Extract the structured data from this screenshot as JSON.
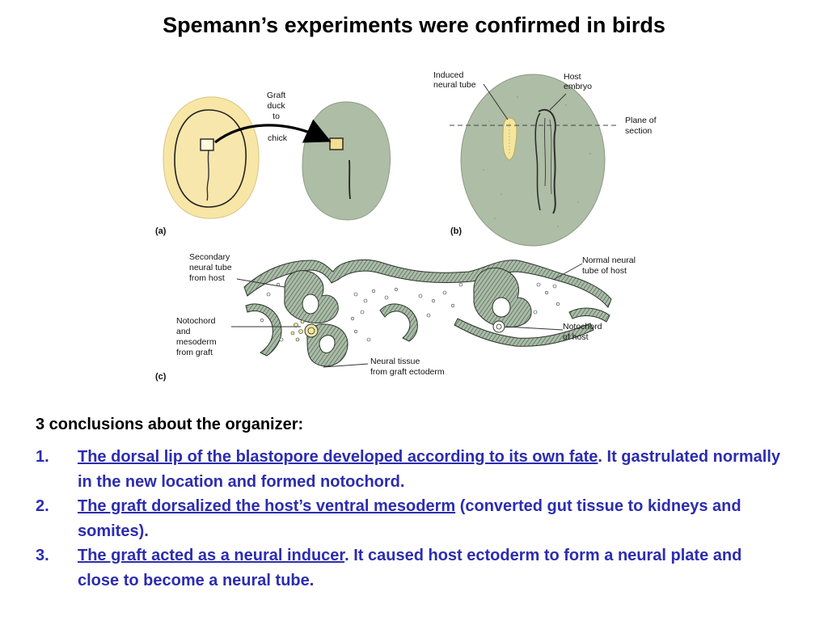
{
  "title": "Spemann’s experiments were confirmed in birds",
  "colors": {
    "text_blue": "#2c2cb0",
    "duck_yellow": "#f8e6a6",
    "chick_green": "#aebda5",
    "gray_tissue": "#9db19b"
  },
  "figure": {
    "panel_a": {
      "letter": "(a)",
      "graft_label": [
        "Graft",
        "duck",
        "to",
        "chick"
      ]
    },
    "panel_b": {
      "letter": "(b)",
      "induced_label": [
        "Induced",
        "neural tube"
      ],
      "host_label": [
        "Host",
        "embryo"
      ],
      "plane_label": [
        "Plane of",
        "section"
      ]
    },
    "panel_c": {
      "letter": "(c)",
      "secondary_label": [
        "Secondary",
        "neural tube",
        "from host"
      ],
      "normal_label": [
        "Normal neural",
        "tube of host"
      ],
      "notochord_graft_label": [
        "Notochord",
        "and",
        "mesoderm",
        "from graft"
      ],
      "notochord_host_label": [
        "Notochord",
        "of host"
      ],
      "neural_tissue_label": [
        "Neural tissue",
        "from graft ectoderm"
      ]
    }
  },
  "conclusions": {
    "heading": "3 conclusions about the organizer:",
    "items": [
      {
        "number": "1.",
        "underlined": "The dorsal lip of the blastopore developed according to its own fate",
        "rest": ". It gastrulated normally in the new location and formed notochord."
      },
      {
        "number": "2.",
        "underlined": "The graft dorsalized the host’s ventral mesoderm",
        "rest": " (converted gut tissue to kidneys and somites)."
      },
      {
        "number": "3.",
        "underlined": "The graft acted as a neural inducer",
        "rest": ". It caused host ectoderm to form a neural plate and close to become a neural tube."
      }
    ]
  }
}
